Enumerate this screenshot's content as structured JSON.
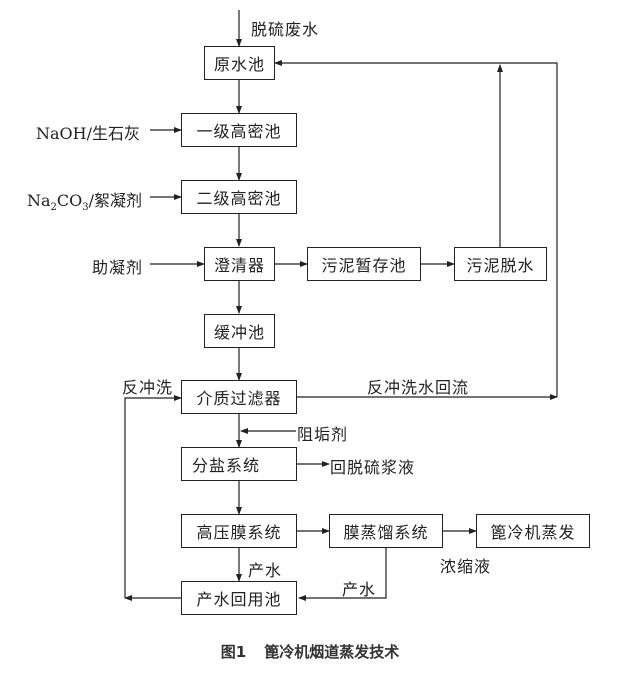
{
  "diagram": {
    "nodes": {
      "raw_pool": "原水池",
      "hd_pool_1": "一级高密池",
      "hd_pool_2": "二级高密池",
      "clarifier": "澄清器",
      "sludge_store": "污泥暂存池",
      "sludge_dewater": "污泥脱水",
      "buffer_pool": "缓冲池",
      "media_filter": "介质过滤器",
      "salt_separation": "分盐系统",
      "hp_membrane": "高压膜系统",
      "membrane_distill": "膜蒸馏系统",
      "grate_cooler_evap": "篦冷机蒸发",
      "reuse_pool": "产水回用池"
    },
    "labels": {
      "inlet": "脱硫废水",
      "naoh": "NaOH/生石灰",
      "na2co3_prefix": "Na",
      "na2co3_sub1": "2",
      "na2co3_mid": "CO",
      "na2co3_sub2": "3",
      "na2co3_suffix": "/絮凝剂",
      "coagulant_aid": "助凝剂",
      "backwash": "反冲洗",
      "backwash_return": "反冲洗水回流",
      "scale_inhibitor": "阻垢剂",
      "return_slurry": "回脱硫浆液",
      "product_water_1": "产水",
      "product_water_2": "产水",
      "concentrate": "浓缩液"
    }
  },
  "caption": {
    "number": "图1",
    "title": "篦冷机烟道蒸发技术"
  }
}
